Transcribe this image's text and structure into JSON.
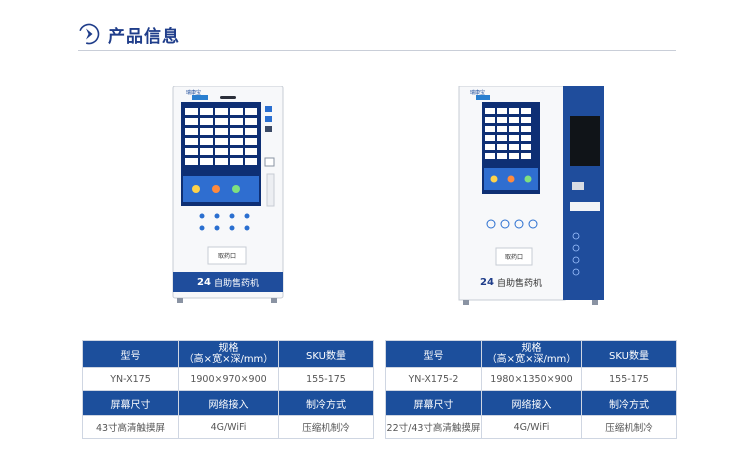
{
  "header": {
    "title": "产品信息",
    "icon": "chevron-right-icon",
    "accent_color": "#1f3d8a"
  },
  "machines": [
    {
      "brand": "瑞康宝",
      "slot_label": "取药口",
      "banner_number": "24",
      "banner_text": "自助售药机"
    },
    {
      "brand": "瑞康宝",
      "slot_label": "取药口",
      "banner_number": "24",
      "banner_text": "自助售药机"
    }
  ],
  "tables": [
    {
      "header1": {
        "model": "型号",
        "spec_line1": "规格",
        "spec_line2": "（高×宽×深/mm）",
        "sku": "SKU数量"
      },
      "row1": {
        "model": "YN-X175",
        "spec": "1900×970×900",
        "sku": "155-175"
      },
      "header2": {
        "screen": "屏幕尺寸",
        "network": "网络接入",
        "cooling": "制冷方式"
      },
      "row2": {
        "screen": "43寸高清触摸屏",
        "network": "4G/WiFi",
        "cooling": "压缩机制冷"
      }
    },
    {
      "header1": {
        "model": "型号",
        "spec_line1": "规格",
        "spec_line2": "（高×宽×深/mm）",
        "sku": "SKU数量"
      },
      "row1": {
        "model": "YN-X175-2",
        "spec": "1980×1350×900",
        "sku": "155-175"
      },
      "header2": {
        "screen": "屏幕尺寸",
        "network": "网络接入",
        "cooling": "制冷方式"
      },
      "row2": {
        "screen": "22寸/43寸高清触摸屏",
        "network": "4G/WiFi",
        "cooling": "压缩机制冷"
      }
    }
  ],
  "colors": {
    "table_header": "#1c4f9c",
    "machine_banner": "#1f4d9c",
    "screen": "#0e2f74"
  }
}
